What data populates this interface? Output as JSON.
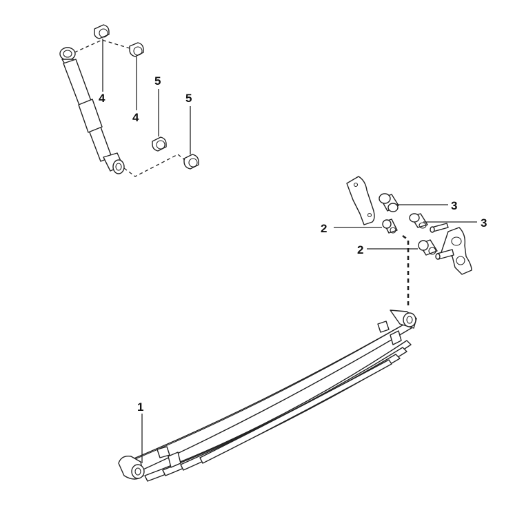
{
  "callouts": [
    {
      "id": "c1",
      "label": "1"
    },
    {
      "id": "c2a",
      "label": "2"
    },
    {
      "id": "c2b",
      "label": "2"
    },
    {
      "id": "c3a",
      "label": "3"
    },
    {
      "id": "c3b",
      "label": "3"
    },
    {
      "id": "c4a",
      "label": "4"
    },
    {
      "id": "c4b",
      "label": "4"
    },
    {
      "id": "c5a",
      "label": "5"
    },
    {
      "id": "c5b",
      "label": "5"
    }
  ]
}
